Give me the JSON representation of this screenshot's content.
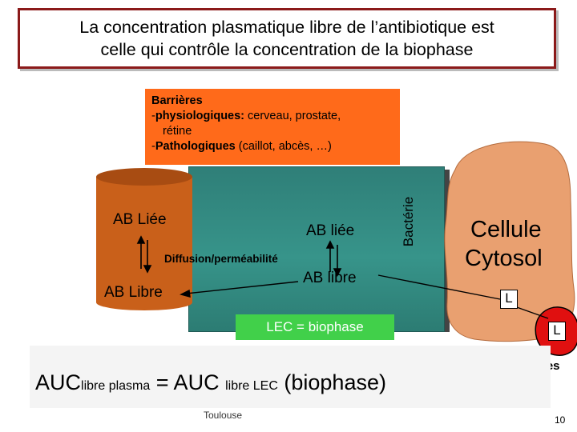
{
  "title": {
    "line1": "La concentration plasmatique libre de l’antibiotique est",
    "line2": "celle qui contrôle la concentration de la biophase"
  },
  "barriers": {
    "heading": "Barrières",
    "physio_prefix": "-",
    "physio_bold": "physiologiques:",
    "physio_rest": " cerveau, prostate,",
    "physio_cont": "rétine",
    "patho_prefix": "-",
    "patho_bold": "Pathologiques",
    "patho_rest": " (caillot, abcès, …)"
  },
  "plasma": {
    "bound_label": "AB Liée",
    "free_label": "AB Libre"
  },
  "biophase": {
    "bound_label": "AB liée",
    "free_label": "AB libre",
    "diffusion_label": "Diffusion/perméabilité",
    "lec_label": "LEC = biophase",
    "bacteria_label": "Bactérie"
  },
  "cell": {
    "label_line1": "Cellule",
    "label_line2": "Cytosol",
    "l_inside": "L",
    "l_organelle": "L",
    "organelles_label": "organites"
  },
  "equation": {
    "auc_left": "AUC",
    "auc_left_sub": "libre plasma",
    "equals_auc": " = AUC ",
    "auc_right_sub": "libre LEC",
    "biophase": " (biophase)"
  },
  "footer": {
    "source": "Toulouse",
    "page_number": "10"
  },
  "colors": {
    "title_border": "#8b1a1a",
    "barrier_orange": "#ff6a1a",
    "plasma_cylinder": "#c9601a",
    "biophase_teal": "#37948a",
    "cell_tan": "#e9a070",
    "lec_green": "#41d04a",
    "organelle_red": "#e01010"
  }
}
